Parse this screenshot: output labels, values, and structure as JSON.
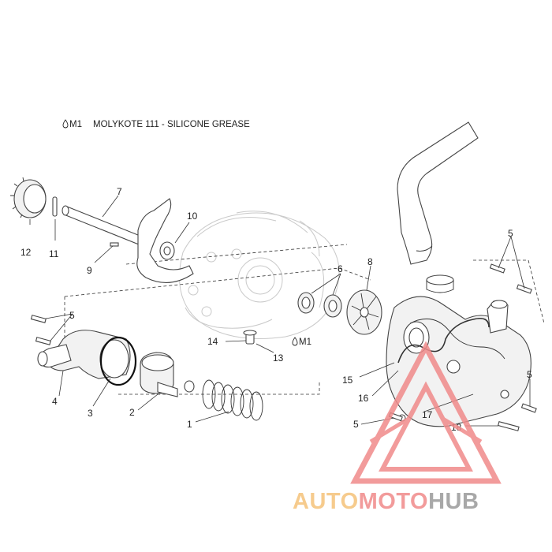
{
  "header_note": {
    "code": "M1",
    "text": "MOLYKOTE 111 - SILICONE GREASE"
  },
  "callouts": [
    {
      "id": "c-7",
      "text": "7"
    },
    {
      "id": "c-10",
      "text": "10"
    },
    {
      "id": "c-12",
      "text": "12"
    },
    {
      "id": "c-11",
      "text": "11"
    },
    {
      "id": "c-9",
      "text": "9"
    },
    {
      "id": "c-8",
      "text": "8"
    },
    {
      "id": "c-6",
      "text": "6"
    },
    {
      "id": "c-5a",
      "text": "5"
    },
    {
      "id": "c-5b",
      "text": "5"
    },
    {
      "id": "c-5c",
      "text": "5"
    },
    {
      "id": "c-5d",
      "text": "5"
    },
    {
      "id": "c-14",
      "text": "14"
    },
    {
      "id": "c-13",
      "text": "13"
    },
    {
      "id": "c-m1",
      "text": "M1"
    },
    {
      "id": "c-15",
      "text": "15"
    },
    {
      "id": "c-16",
      "text": "16"
    },
    {
      "id": "c-17",
      "text": "17"
    },
    {
      "id": "c-18",
      "text": "18"
    },
    {
      "id": "c-4",
      "text": "4"
    },
    {
      "id": "c-3",
      "text": "3"
    },
    {
      "id": "c-2",
      "text": "2"
    },
    {
      "id": "c-1",
      "text": "1"
    }
  ],
  "watermark": {
    "part1": "AUTO",
    "part2": "MOTO",
    "part3": "HUB",
    "color1": "#f5c27a",
    "color2": "#f08a8a",
    "color3": "#9a9a9a"
  }
}
